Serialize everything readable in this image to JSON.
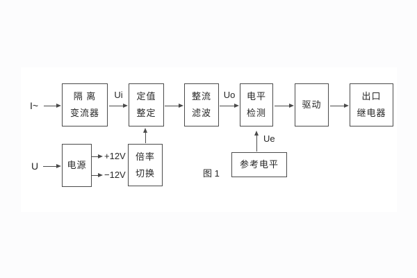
{
  "figure": {
    "caption": "图 1",
    "colors": {
      "line": "#4a4a4a",
      "text": "#262626",
      "background": "#fcfcfd",
      "panel": "#ffffff"
    },
    "blocks": {
      "isolation_transformer": {
        "line1": "隔 离",
        "line2": "变流器"
      },
      "setting_adjust": {
        "line1": "定值",
        "line2": "整定"
      },
      "rectifier_filter": {
        "line1": "整流",
        "line2": "滤波"
      },
      "level_detector": {
        "line1": "电平",
        "line2": "检测"
      },
      "driver": {
        "line1": "驱动"
      },
      "output_relay": {
        "line1": "出口",
        "line2": "继电器"
      },
      "power_supply": {
        "line1": "电源"
      },
      "ratio_switch": {
        "line1": "倍率",
        "line2": "切换"
      },
      "reference_level": {
        "line1": "参考电平"
      }
    },
    "signals": {
      "input_current": "I~",
      "input_voltage": "U",
      "ui": "Ui",
      "uo": "Uo",
      "ue": "Ue",
      "plus_12v": "+12V",
      "minus_12v": "−12V"
    }
  }
}
